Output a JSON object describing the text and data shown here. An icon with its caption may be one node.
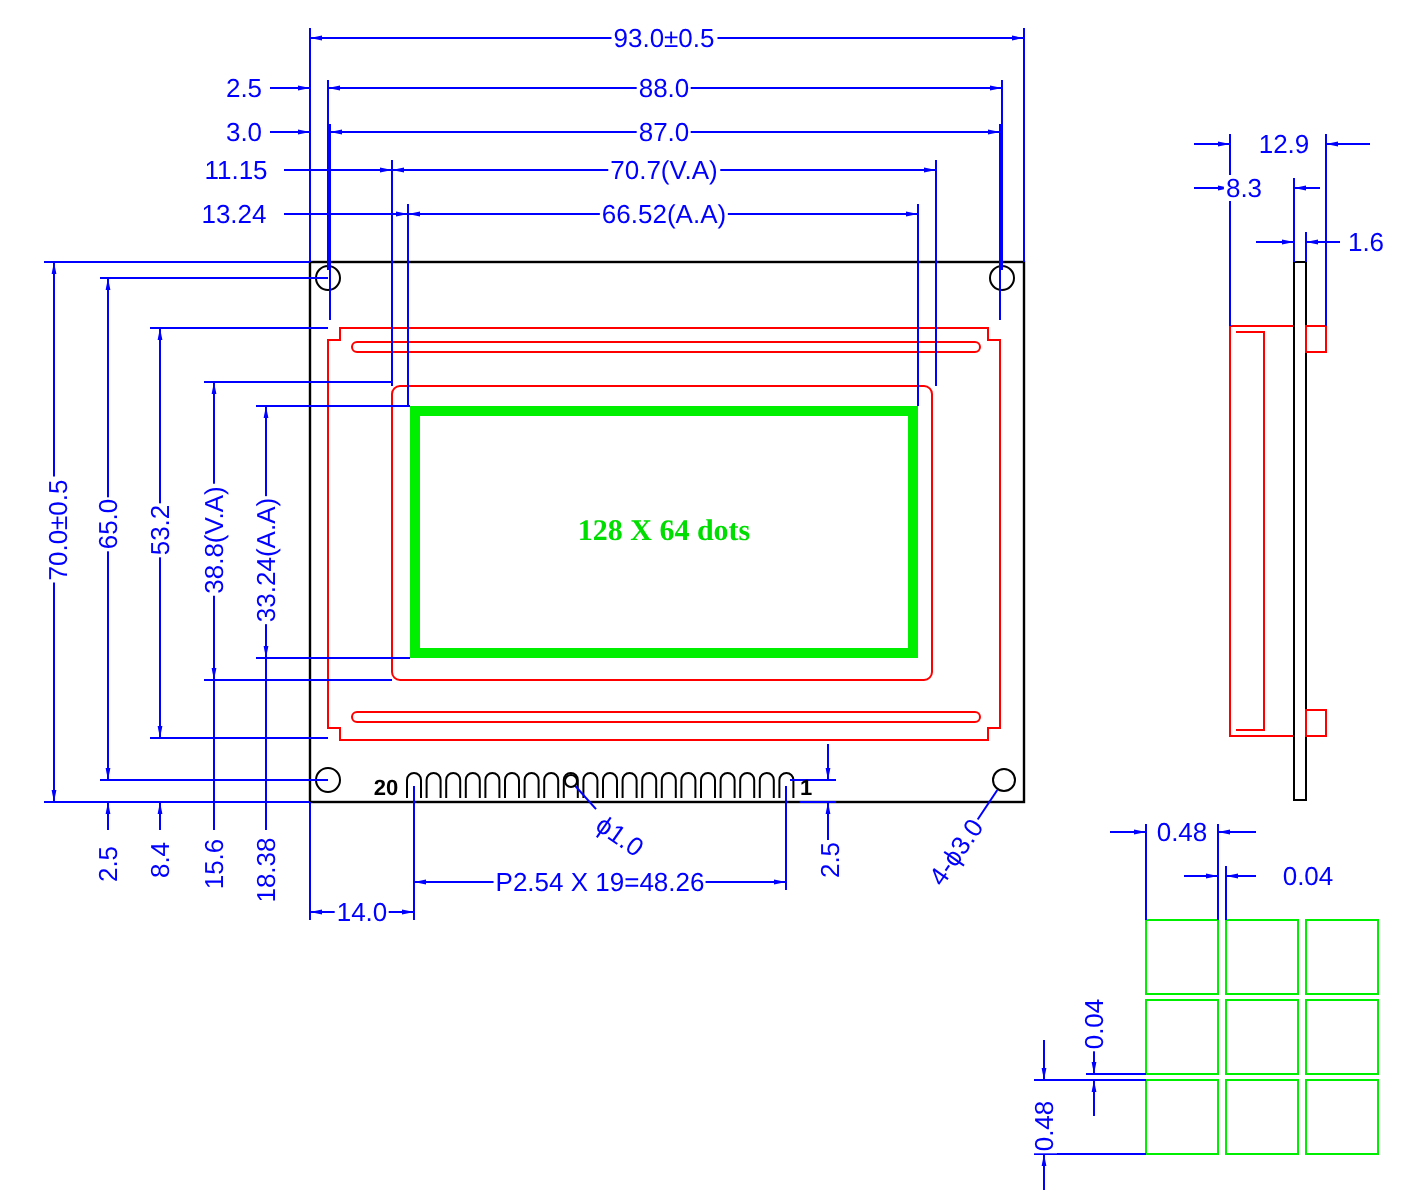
{
  "diagram": {
    "nodes": [
      {
        "text": [
          "ϕ1.0"
        ]
      },
      {
        "text": [],
        "shape": "circle"
      },
      {
        "text": [
          "4-ϕ3.0"
        ]
      },
      {
        "text": [],
        "shape": "circle"
      },
      {
        "text": [
          "128 X 64 dots"
        ]
      }
    ],
    "edges": [
      {
        "from": 0,
        "to": 1,
        "arrow": "none"
      },
      {
        "from": 2,
        "to": 3,
        "arrow": "none"
      }
    ],
    "labels": [
      "93.0±0.5",
      "2.5",
      "88.0",
      "12.9",
      "3.0",
      "87.0",
      "8.3",
      "11.15",
      "70.7(V.A)",
      "1.6",
      "13.24",
      "66.52(A.A)",
      "70.0±0.5",
      "65.0",
      "53.2",
      "38.8(V.A)",
      "33.24(A.A)",
      "20",
      "1",
      "2.5",
      "8.4",
      "15.6",
      "18.38",
      "2.5",
      "P2.54 X 19=48.26",
      "14.0",
      "0.48",
      "0.04",
      "0.04",
      "0.48"
    ]
  }
}
